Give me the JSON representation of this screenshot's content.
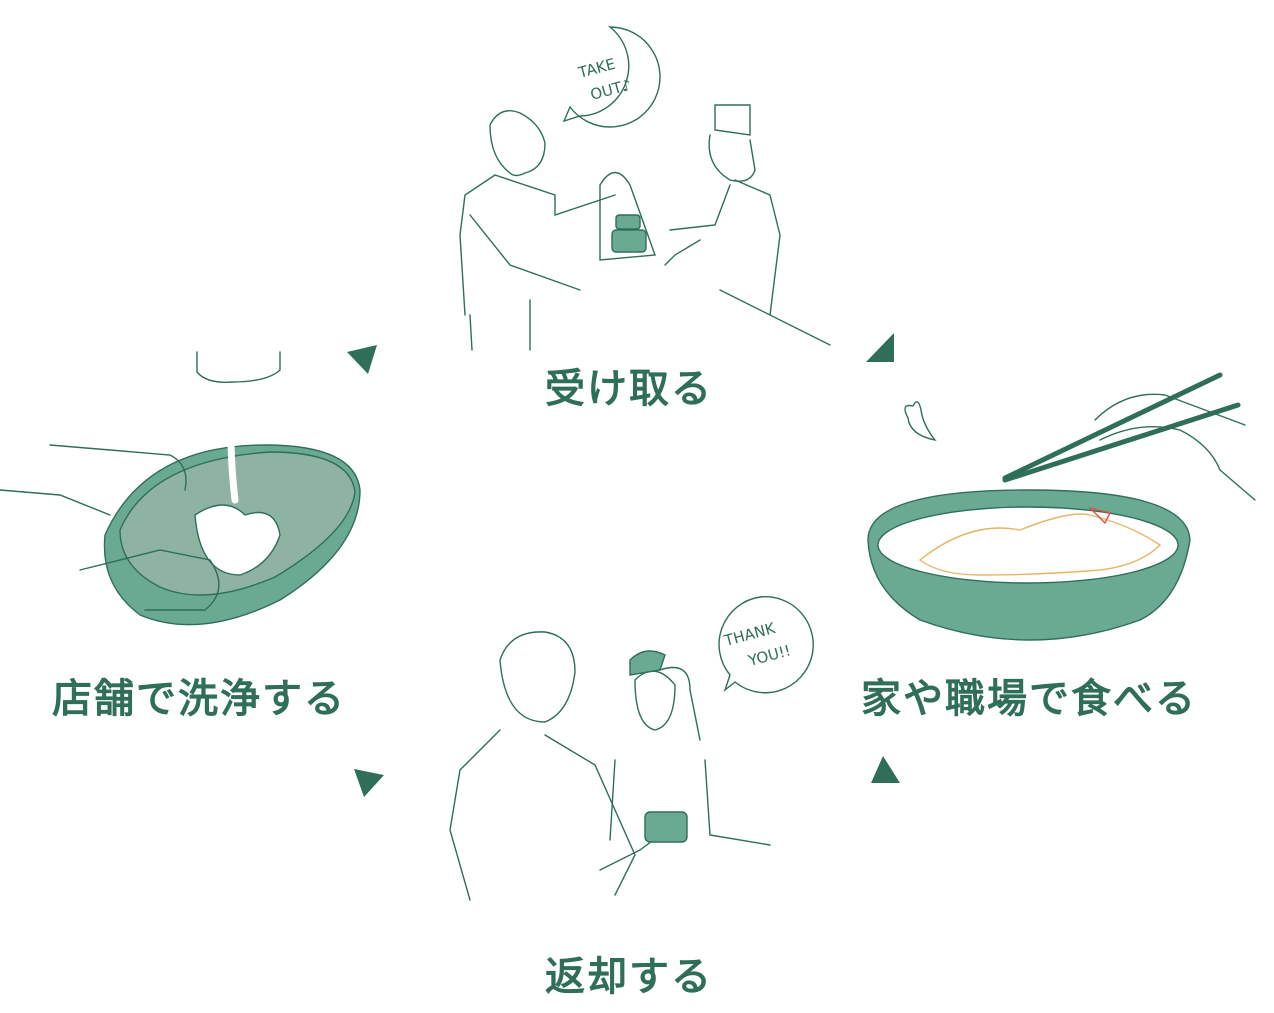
{
  "colors": {
    "ink": "#2f6e58",
    "bowl": "#6aaa92",
    "bowl_dark": "#4f8f77",
    "water": "#8fb3a3",
    "food": "#e8b566",
    "accent_red": "#e0504a"
  },
  "steps": [
    {
      "label": "受け取る",
      "bubble": [
        "TAKE",
        "OUT♪"
      ]
    },
    {
      "label": "家や職場で食べる"
    },
    {
      "label": "返却する",
      "bubble": [
        "THANK",
        "YOU!!"
      ]
    },
    {
      "label": "店舗で洗浄する"
    }
  ]
}
